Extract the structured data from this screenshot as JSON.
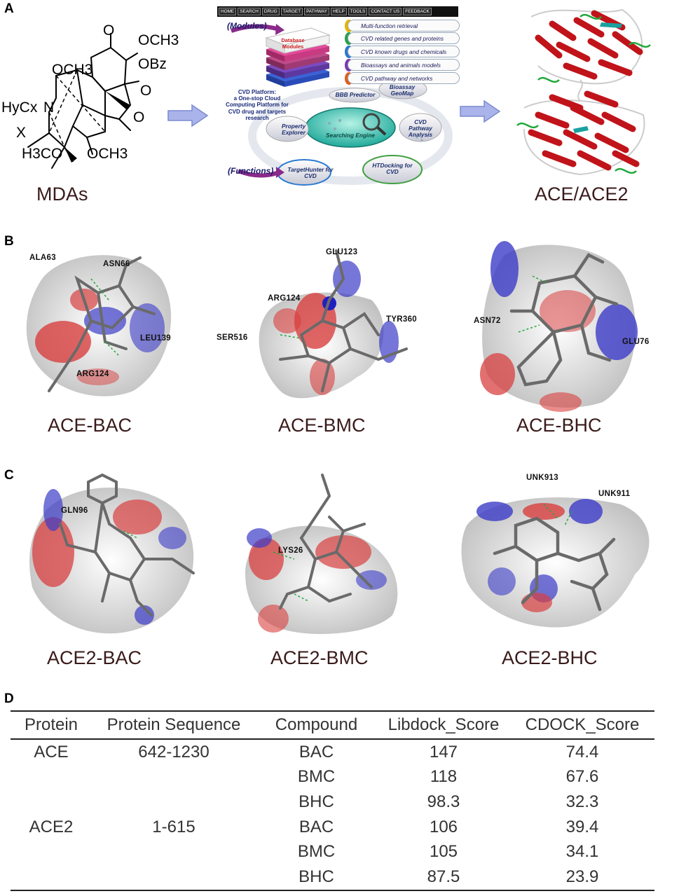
{
  "panels": {
    "a": "A",
    "b": "B",
    "c": "C",
    "d": "D"
  },
  "panel_a": {
    "molecule_labels": {
      "ome_top": "OCH3",
      "obz": "OBz",
      "och3_left": "OCH3",
      "hycx": "HyCx",
      "n": "N",
      "x": "X",
      "h3co": "H3CO",
      "och3_bottom": "OCH3",
      "o1": "O",
      "o2": "O",
      "o3": "O"
    },
    "caption_mdas": "MDAs",
    "caption_protein": "ACE/ACE2",
    "platform": {
      "nav": [
        "HOME",
        "SEARCH",
        "DRUG",
        "TARGET",
        "PATHWAY",
        "HELP",
        "TOOLS",
        "CONTACT US",
        "FEEDBACK"
      ],
      "modules_label": "(Modules)",
      "functions_label": "(Functions)",
      "database_modules": "Database Modules",
      "modules": [
        "Multi-function retrieval",
        "CVD  related genes  and  proteins",
        "CVD known drugs and chemicals",
        "Bioassays  and animals models",
        "CVD  pathway and networks"
      ],
      "platform_text": "CVD Platform:\na One-stop Cloud\nComputing Platform for\nCVD drug and targets\nresearch",
      "bbb": "BBB Predictor",
      "bioassay": "Bioassay GeoMap",
      "property": "Property Explorer",
      "cvd_pathway": "CVD Pathway Analysis",
      "engine": "Searching Engine",
      "targethunter": "TargetHunter for CVD",
      "htdocking": "HTDocking for CVD"
    }
  },
  "panel_b": {
    "residues": [
      "ALA63",
      "ASN66",
      "LEU139",
      "ARG124",
      "GLU123",
      "ARG124",
      "SER516",
      "TYR360",
      "ASN72",
      "GLU76"
    ],
    "captions": [
      "ACE-BAC",
      "ACE-BMC",
      "ACE-BHC"
    ]
  },
  "panel_c": {
    "residues": [
      "GLN96",
      "LYS26",
      "UNK913",
      "UNK911"
    ],
    "captions": [
      "ACE2-BAC",
      "ACE2-BMC",
      "ACE2-BHC"
    ]
  },
  "table": {
    "headers": [
      "Protein",
      "Protein Sequence",
      "Compound",
      "Libdock_Score",
      "CDOCK_Score"
    ],
    "rows": [
      [
        "ACE",
        "642-1230",
        "BAC",
        "147",
        "74.4"
      ],
      [
        "",
        "",
        "BMC",
        "118",
        "67.6"
      ],
      [
        "",
        "",
        "BHC",
        "98.3",
        "32.3"
      ],
      [
        "ACE2",
        "1-615",
        "BAC",
        "106",
        "39.4"
      ],
      [
        "",
        "",
        "BMC",
        "105",
        "34.1"
      ],
      [
        "",
        "",
        "BHC",
        "87.5",
        "23.9"
      ]
    ]
  },
  "colors": {
    "helix_red": "#c0141a",
    "sheet_cyan": "#1aa0a0",
    "coil_green": "#1fa83a",
    "surface_red": "#d83838",
    "surface_blue": "#3c3cc8",
    "stick_grey": "#6a6a6a",
    "arrow_blue": "#9aa6e0"
  }
}
